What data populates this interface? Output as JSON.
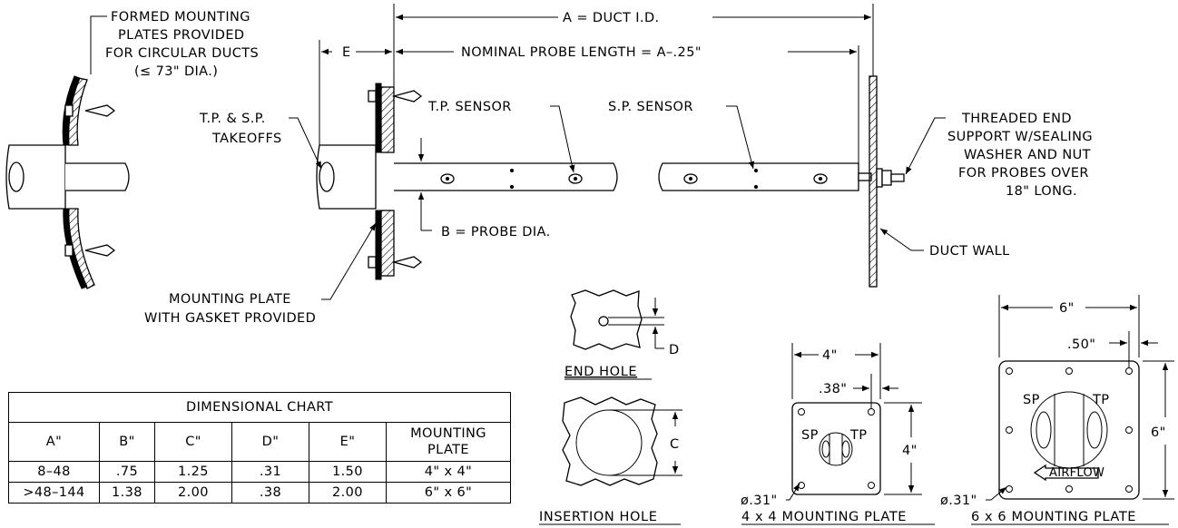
{
  "labels": {
    "formed_plates": [
      "FORMED MOUNTING",
      "PLATES PROVIDED",
      "FOR CIRCULAR DUCTS",
      "(≤ 73\" DIA.)"
    ],
    "takeoffs": [
      "T.P. & S.P.",
      "TAKEOFFS"
    ],
    "dim_e": "E",
    "duct_id": "A = DUCT I.D.",
    "nominal_length": "NOMINAL PROBE LENGTH = A–.25\"",
    "tp_sensor": "T.P. SENSOR",
    "sp_sensor": "S.P. SENSOR",
    "threaded_end": [
      "THREADED END",
      "SUPPORT W/SEALING",
      "WASHER AND NUT",
      "FOR PROBES OVER",
      "18\" LONG."
    ],
    "probe_dia": "B = PROBE DIA.",
    "duct_wall": "DUCT WALL",
    "mounting_plate": [
      "MOUNTING PLATE",
      "WITH GASKET PROVIDED"
    ],
    "dim_d": "D",
    "end_hole": "END HOLE",
    "dim_c": "C",
    "insertion_hole": "INSERTION HOLE",
    "plate4": {
      "width": "4\"",
      "offset": ".38\"",
      "height": "4\"",
      "sp": "SP",
      "tp": "TP",
      "hole": "ø.31\"",
      "caption": "4 x 4 MOUNTING PLATE"
    },
    "plate6": {
      "width": "6\"",
      "offset": ".50\"",
      "height": "6\"",
      "sp": "SP",
      "tp": "TP",
      "hole": "ø.31\"",
      "airflow": "AIRFLOW",
      "caption": "6 x 6 MOUNTING PLATE"
    }
  },
  "table": {
    "title": "DIMENSIONAL CHART",
    "headers": [
      "A\"",
      "B\"",
      "C\"",
      "D\"",
      "E\"",
      "MOUNTING PLATE"
    ],
    "rows": [
      [
        "8–48",
        ".75",
        "1.25",
        ".31",
        "1.50",
        "4\" x 4\""
      ],
      [
        ">48–144",
        "1.38",
        "2.00",
        ".38",
        "2.00",
        "6\" x 6\""
      ]
    ]
  }
}
